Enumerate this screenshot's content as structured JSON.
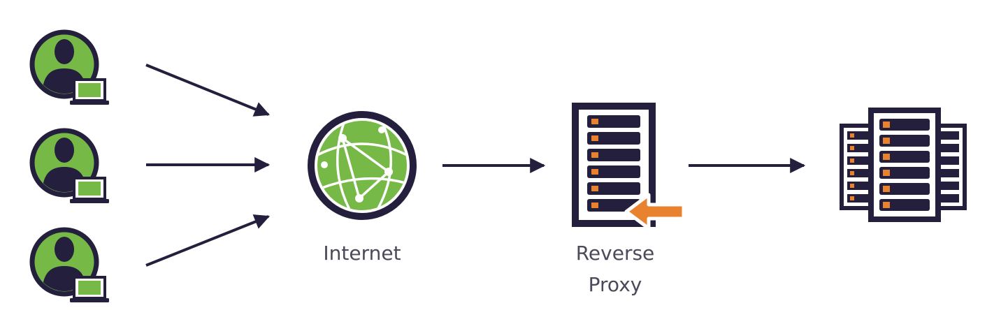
{
  "labels": {
    "internet": "Internet",
    "proxy_line1": "Reverse",
    "proxy_line2": "Proxy"
  },
  "colors": {
    "dark": "#231f3d",
    "green": "#76b947",
    "orange": "#e8822e"
  },
  "icons": {
    "users": [
      "user-laptop-icon",
      "user-laptop-icon",
      "user-laptop-icon"
    ],
    "internet": "globe-icon",
    "proxy": "server-icon",
    "proxy_badge": "arrow-left-icon",
    "backend": "server-cluster-icon"
  }
}
